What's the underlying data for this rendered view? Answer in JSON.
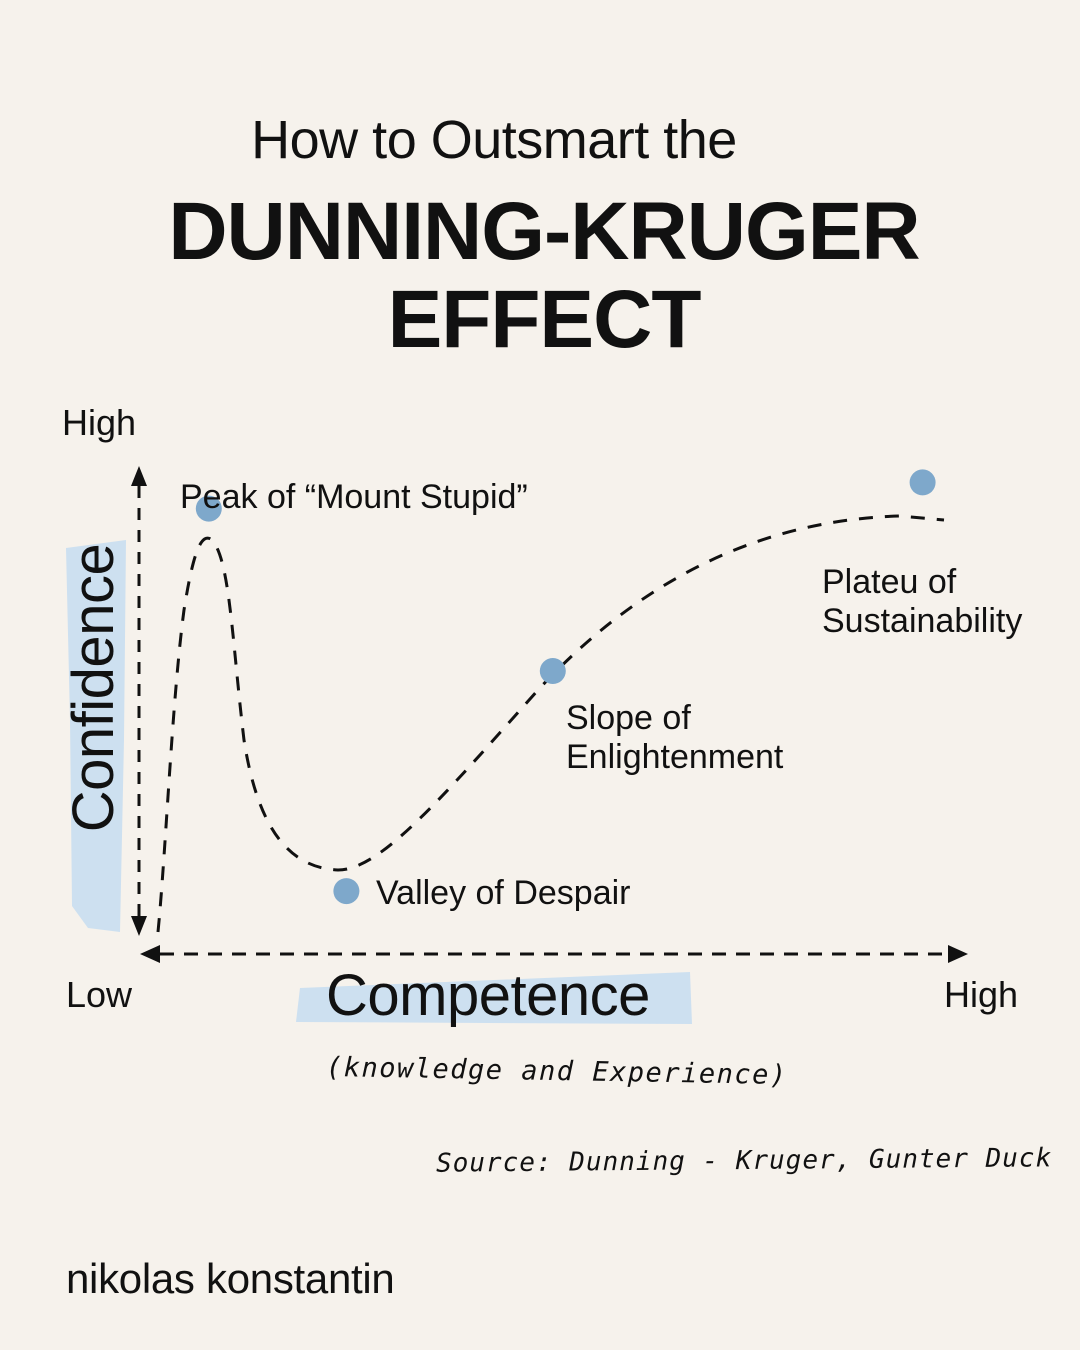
{
  "colors": {
    "background": "#f6f2ec",
    "ink": "#111111",
    "accent": "#7ea8cb",
    "highlight": "#cde0f0"
  },
  "title": {
    "line1": "How to Outsmart the",
    "line2": "DUNNING-KRUGER",
    "line3": "EFFECT"
  },
  "axes": {
    "y_label": "Confidence",
    "y_high": "High",
    "x_label": "Competence",
    "x_sublabel": "(knowledge and Experience)",
    "x_low": "Low",
    "x_high": "High"
  },
  "stages": [
    {
      "label": "Peak of “Mount Stupid”",
      "competence": 0.08,
      "confidence": 0.85
    },
    {
      "label": "Valley of Despair",
      "competence": 0.24,
      "confidence": 0.12
    },
    {
      "label_line1": "Slope of",
      "label_line2": "Enlightenment",
      "competence": 0.48,
      "confidence": 0.54
    },
    {
      "label_line1": "Plateu of",
      "label_line2": "Sustainability",
      "competence": 0.91,
      "confidence": 0.9
    }
  ],
  "source": "Source: Dunning - Kruger, Gunter Duck",
  "author": "nikolas konstantin"
}
